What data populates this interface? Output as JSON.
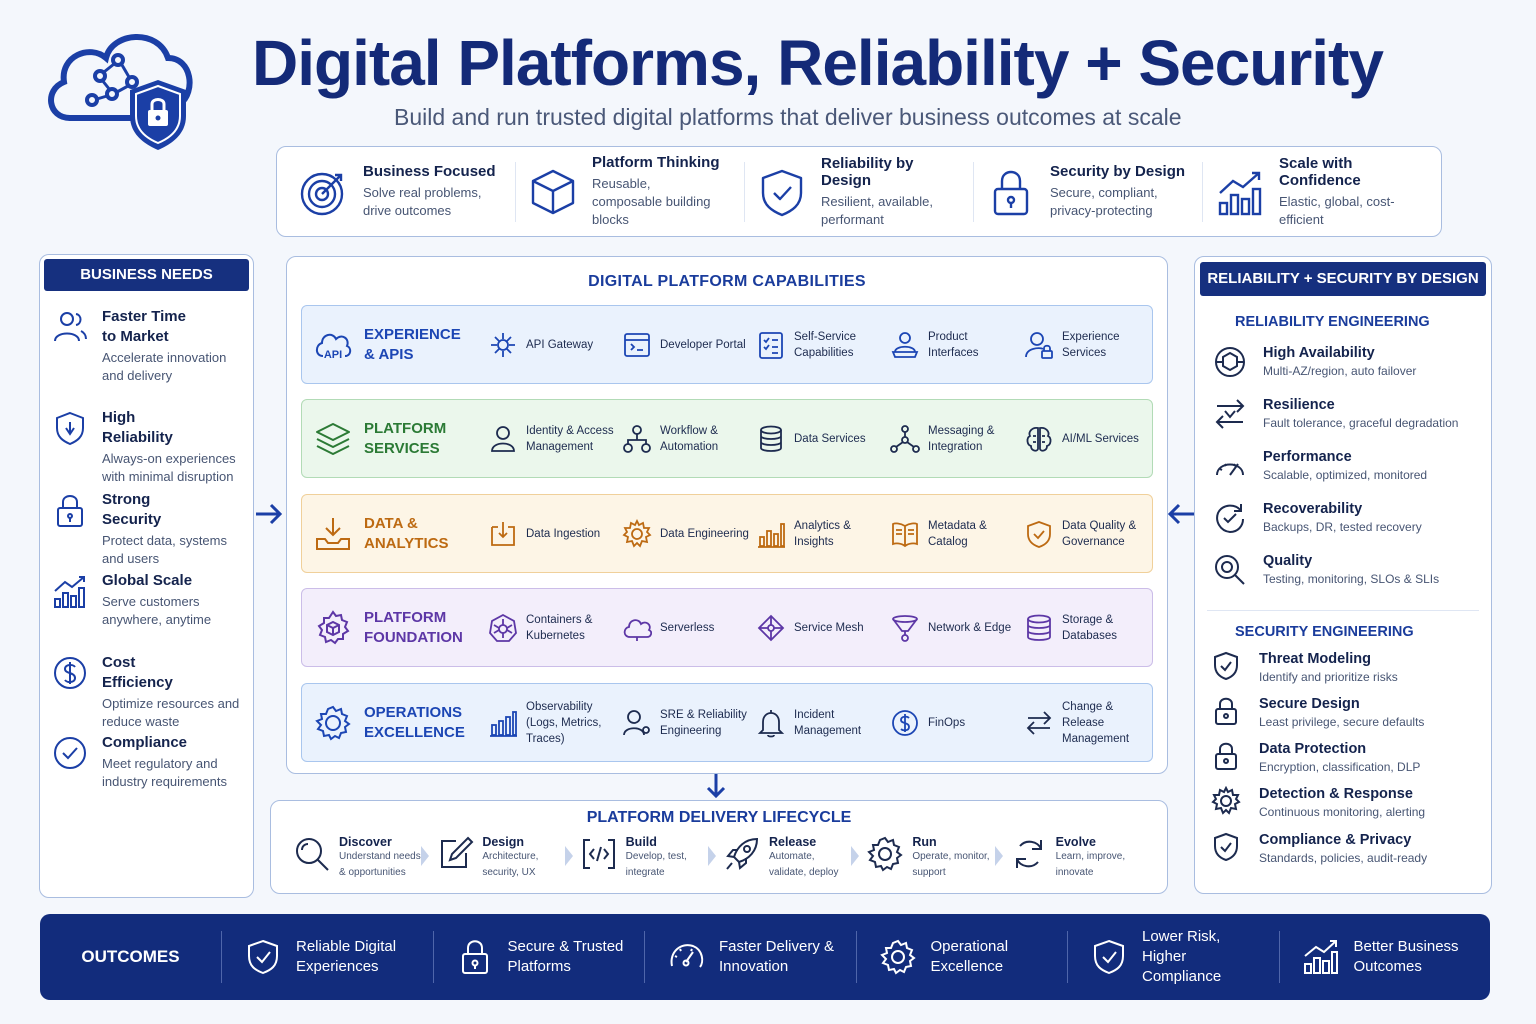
{
  "header": {
    "title": "Digital Platforms, Reliability + Security",
    "subtitle": "Build and run trusted digital platforms that deliver business outcomes at scale",
    "logo_icon": "cloud-shield-lock-icon"
  },
  "principles": [
    {
      "title": "Business Focused",
      "desc": "Solve real problems, drive outcomes",
      "icon": "target-icon"
    },
    {
      "title": "Platform Thinking",
      "desc": "Reusable, composable building blocks",
      "icon": "cube-icon"
    },
    {
      "title": "Reliability by Design",
      "desc": "Resilient, available, performant",
      "icon": "shield-check-icon"
    },
    {
      "title": "Security by Design",
      "desc": "Secure, compliant, privacy-protecting",
      "icon": "lock-icon"
    },
    {
      "title": "Scale with Confidence",
      "desc": "Elastic, global, cost-efficient",
      "icon": "growth-chart-icon"
    }
  ],
  "business_needs": {
    "header": "BUSINESS NEEDS",
    "items": [
      {
        "title": "Faster Time to Market",
        "desc": "Accelerate innovation and delivery",
        "icon": "users-icon"
      },
      {
        "title": "High Reliability",
        "desc": "Always-on experiences with minimal disruption",
        "icon": "shield-icon"
      },
      {
        "title": "Strong Security",
        "desc": "Protect data, systems and users",
        "icon": "lock-icon"
      },
      {
        "title": "Global Scale",
        "desc": "Serve customers anywhere, anytime",
        "icon": "growth-chart-icon"
      },
      {
        "title": "Cost Efficiency",
        "desc": "Optimize resources and reduce waste",
        "icon": "dollar-icon"
      },
      {
        "title": "Compliance",
        "desc": "Meet regulatory and industry requirements",
        "icon": "check-circle-icon"
      }
    ]
  },
  "capabilities": {
    "title": "DIGITAL PLATFORM CAPABILITIES",
    "bands": [
      {
        "name": "EXPERIENCE & APIS",
        "icon": "api-cloud-icon",
        "items": [
          "API Gateway",
          "Developer Portal",
          "Self-Service Capabilities",
          "Product Interfaces",
          "Experience Services"
        ]
      },
      {
        "name": "PLATFORM SERVICES",
        "icon": "layers-icon",
        "items": [
          "Identity & Access Management",
          "Workflow & Automation",
          "Data Services",
          "Messaging & Integration",
          "AI/ML Services"
        ]
      },
      {
        "name": "DATA & ANALYTICS",
        "icon": "data-tray-icon",
        "items": [
          "Data Ingestion",
          "Data Engineering",
          "Analytics & Insights",
          "Metadata & Catalog",
          "Data Quality & Governance"
        ]
      },
      {
        "name": "PLATFORM FOUNDATION",
        "icon": "gear-cube-icon",
        "items": [
          "Containers & Kubernetes",
          "Serverless",
          "Service Mesh",
          "Network & Edge",
          "Storage & Databases"
        ]
      },
      {
        "name": "OPERATIONS EXCELLENCE",
        "icon": "ops-gear-icon",
        "items": [
          "Observability (Logs, Metrics, Traces)",
          "SRE & Reliability Engineering",
          "Incident Management",
          "FinOps",
          "Change & Release Management"
        ]
      }
    ]
  },
  "lifecycle": {
    "title": "PLATFORM DELIVERY LIFECYCLE",
    "stages": [
      {
        "name": "Discover",
        "desc": "Understand needs & opportunities",
        "icon": "magnifier-icon"
      },
      {
        "name": "Design",
        "desc": "Architecture, security, UX",
        "icon": "pencil-edit-icon"
      },
      {
        "name": "Build",
        "desc": "Develop, test, integrate",
        "icon": "code-icon"
      },
      {
        "name": "Release",
        "desc": "Automate, validate, deploy",
        "icon": "rocket-icon"
      },
      {
        "name": "Run",
        "desc": "Operate, monitor, support",
        "icon": "gear-icon"
      },
      {
        "name": "Evolve",
        "desc": "Learn, improve, innovate",
        "icon": "refresh-icon"
      }
    ]
  },
  "reliability_security": {
    "header": "RELIABILITY + SECURITY BY DESIGN",
    "reliability_title": "RELIABILITY ENGINEERING",
    "reliability": [
      {
        "title": "High Availability",
        "desc": "Multi-AZ/region, auto failover",
        "icon": "availability-icon"
      },
      {
        "title": "Resilience",
        "desc": "Fault tolerance, graceful degradation",
        "icon": "resilience-arrows-icon"
      },
      {
        "title": "Performance",
        "desc": "Scalable, optimized, monitored",
        "icon": "gauge-icon"
      },
      {
        "title": "Recoverability",
        "desc": "Backups, DR, tested recovery",
        "icon": "recovery-check-icon"
      },
      {
        "title": "Quality",
        "desc": "Testing, monitoring, SLOs & SLIs",
        "icon": "quality-magnifier-icon"
      }
    ],
    "security_title": "SECURITY ENGINEERING",
    "security": [
      {
        "title": "Threat Modeling",
        "desc": "Identify and prioritize risks",
        "icon": "shield-check-icon"
      },
      {
        "title": "Secure Design",
        "desc": "Least privilege, secure defaults",
        "icon": "lock-icon"
      },
      {
        "title": "Data Protection",
        "desc": "Encryption, classification, DLP",
        "icon": "lock-icon"
      },
      {
        "title": "Detection & Response",
        "desc": "Continuous monitoring, alerting",
        "icon": "gear-icon"
      },
      {
        "title": "Compliance & Privacy",
        "desc": "Standards, policies, audit-ready",
        "icon": "shield-check-icon"
      }
    ]
  },
  "outcomes": {
    "label": "OUTCOMES",
    "items": [
      {
        "label": "Reliable Digital Experiences",
        "icon": "shield-check-icon"
      },
      {
        "label": "Secure & Trusted Platforms",
        "icon": "lock-icon"
      },
      {
        "label": "Faster Delivery & Innovation",
        "icon": "speedometer-icon"
      },
      {
        "label": "Operational Excellence",
        "icon": "gear-icon"
      },
      {
        "label": "Lower Risk, Higher Compliance",
        "icon": "shield-check-icon"
      },
      {
        "label": "Better Business Outcomes",
        "icon": "growth-chart-icon"
      }
    ]
  },
  "colors": {
    "navy": "#122c7c",
    "blue": "#1a3c9c",
    "experience": "#1c46b4",
    "platform": "#2b7a35",
    "data": "#bd6a12",
    "foundation": "#5d37a6"
  }
}
